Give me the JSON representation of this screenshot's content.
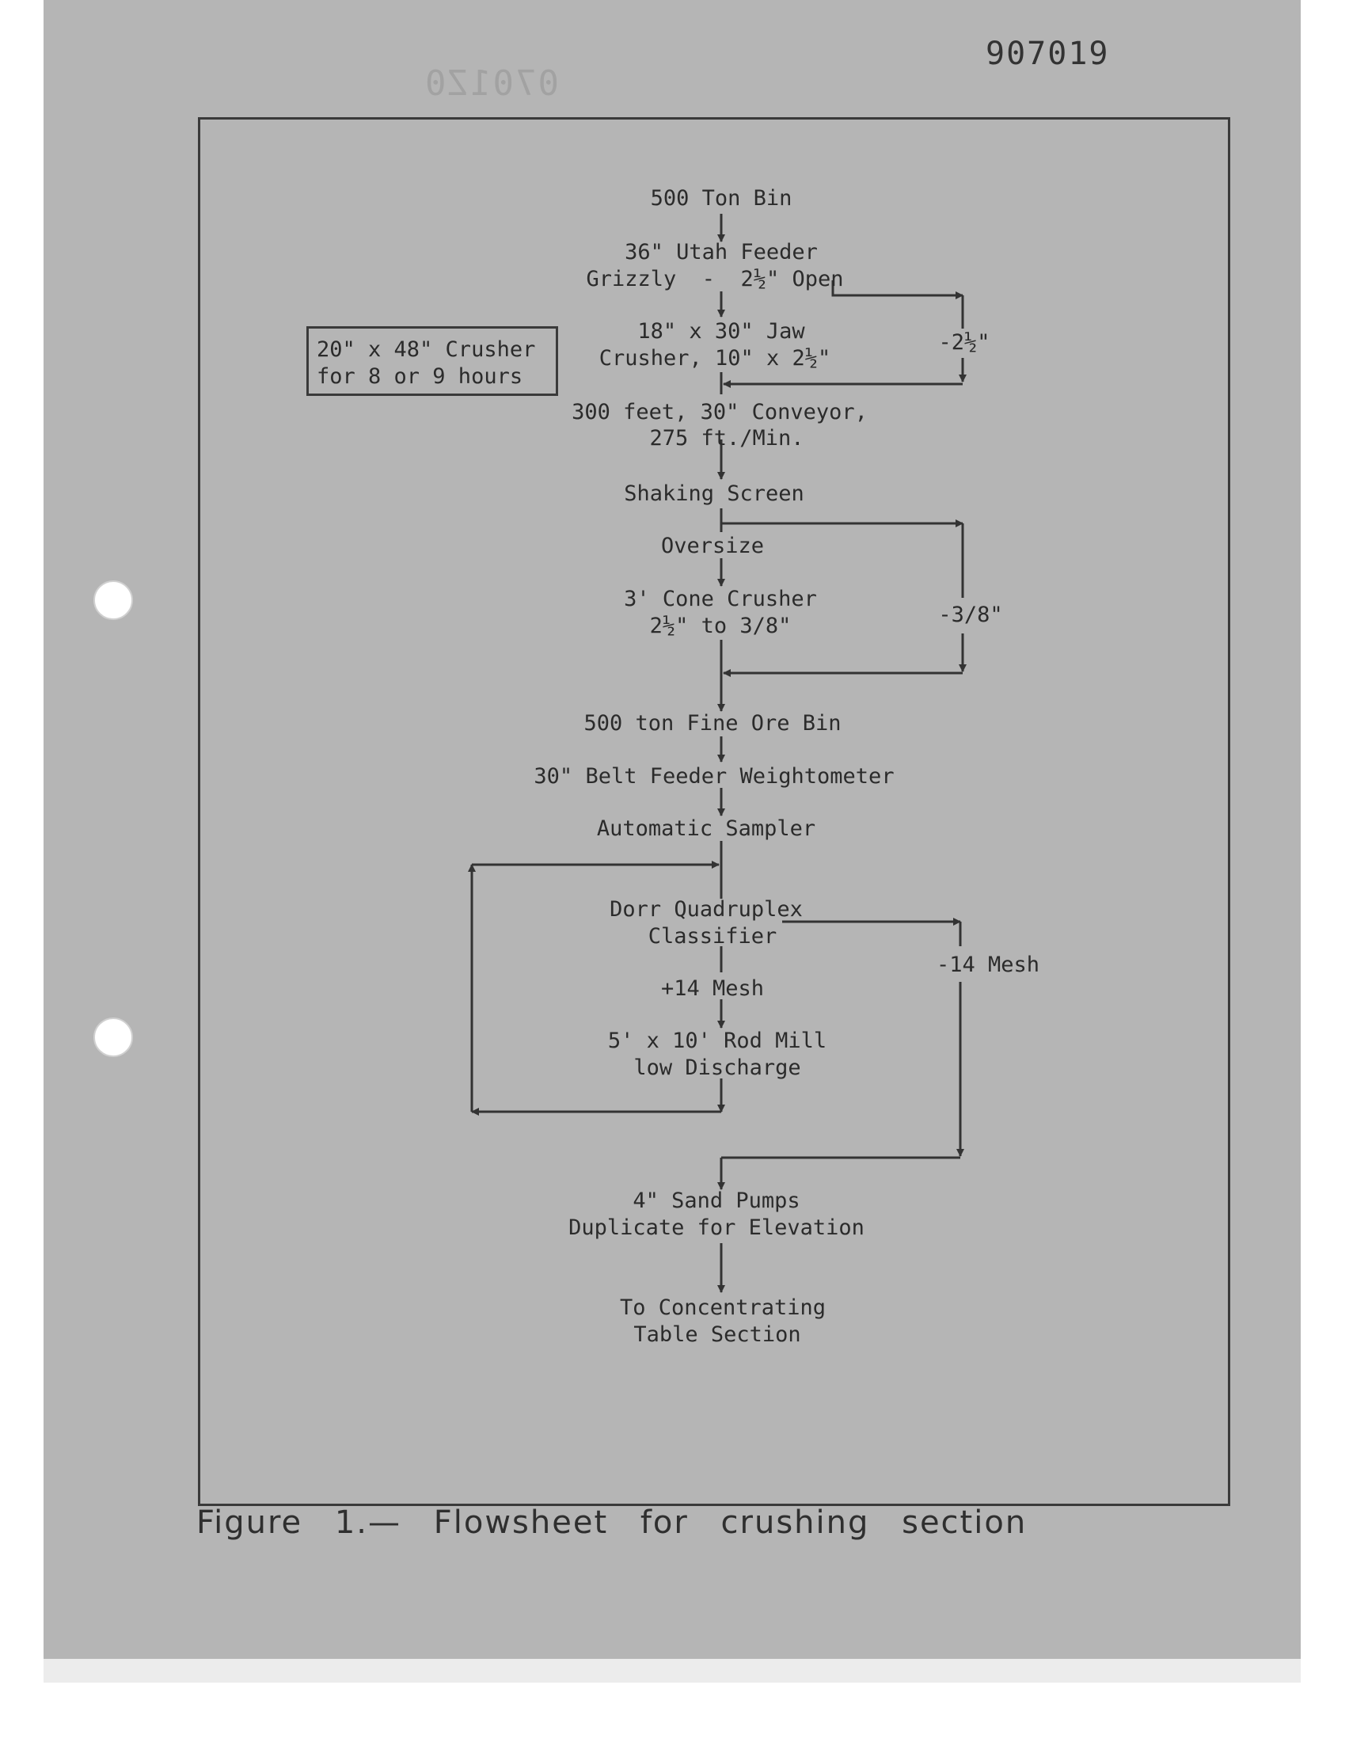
{
  "page_number": "907019",
  "ghost_number": "0701Z0",
  "note": {
    "line1": "20\" x 48\" Crusher",
    "line2": "for 8 or 9 hours"
  },
  "nodes": {
    "bin_500": "500 Ton Bin",
    "utah_feeder": "36\" Utah Feeder",
    "grizzly": "Grizzly  -  2½\" Open",
    "jaw_crusher_1": "18\" x 30\" Jaw",
    "jaw_crusher_2": "Crusher, 10\" x 2½\"",
    "conveyor_1": "300 feet, 30\" Conveyor,",
    "conveyor_2": "275 ft./Min.",
    "shaking_screen": "Shaking Screen",
    "oversize": "Oversize",
    "cone_crusher_1": "3' Cone Crusher",
    "cone_crusher_2": "2½\" to 3/8\"",
    "fine_ore_bin": "500 ton Fine Ore Bin",
    "belt_feeder": "30\" Belt Feeder Weightometer",
    "sampler": "Automatic Sampler",
    "classifier_1": "Dorr Quadruplex",
    "classifier_2": "Classifier",
    "plus_14": "+14 Mesh",
    "rod_mill_1": "5' x 10' Rod Mill",
    "rod_mill_2": "low Discharge",
    "sand_pumps_1": "4\" Sand Pumps",
    "sand_pumps_2": "Duplicate for Elevation",
    "concentrating_1": "To Concentrating",
    "concentrating_2": "Table Section"
  },
  "bypass_labels": {
    "minus_2_5": "-2½\"",
    "minus_3_8": "-3/8\"",
    "minus_14": "-14 Mesh"
  },
  "caption": "Figure 1.—  Flowsheet for crushing section"
}
